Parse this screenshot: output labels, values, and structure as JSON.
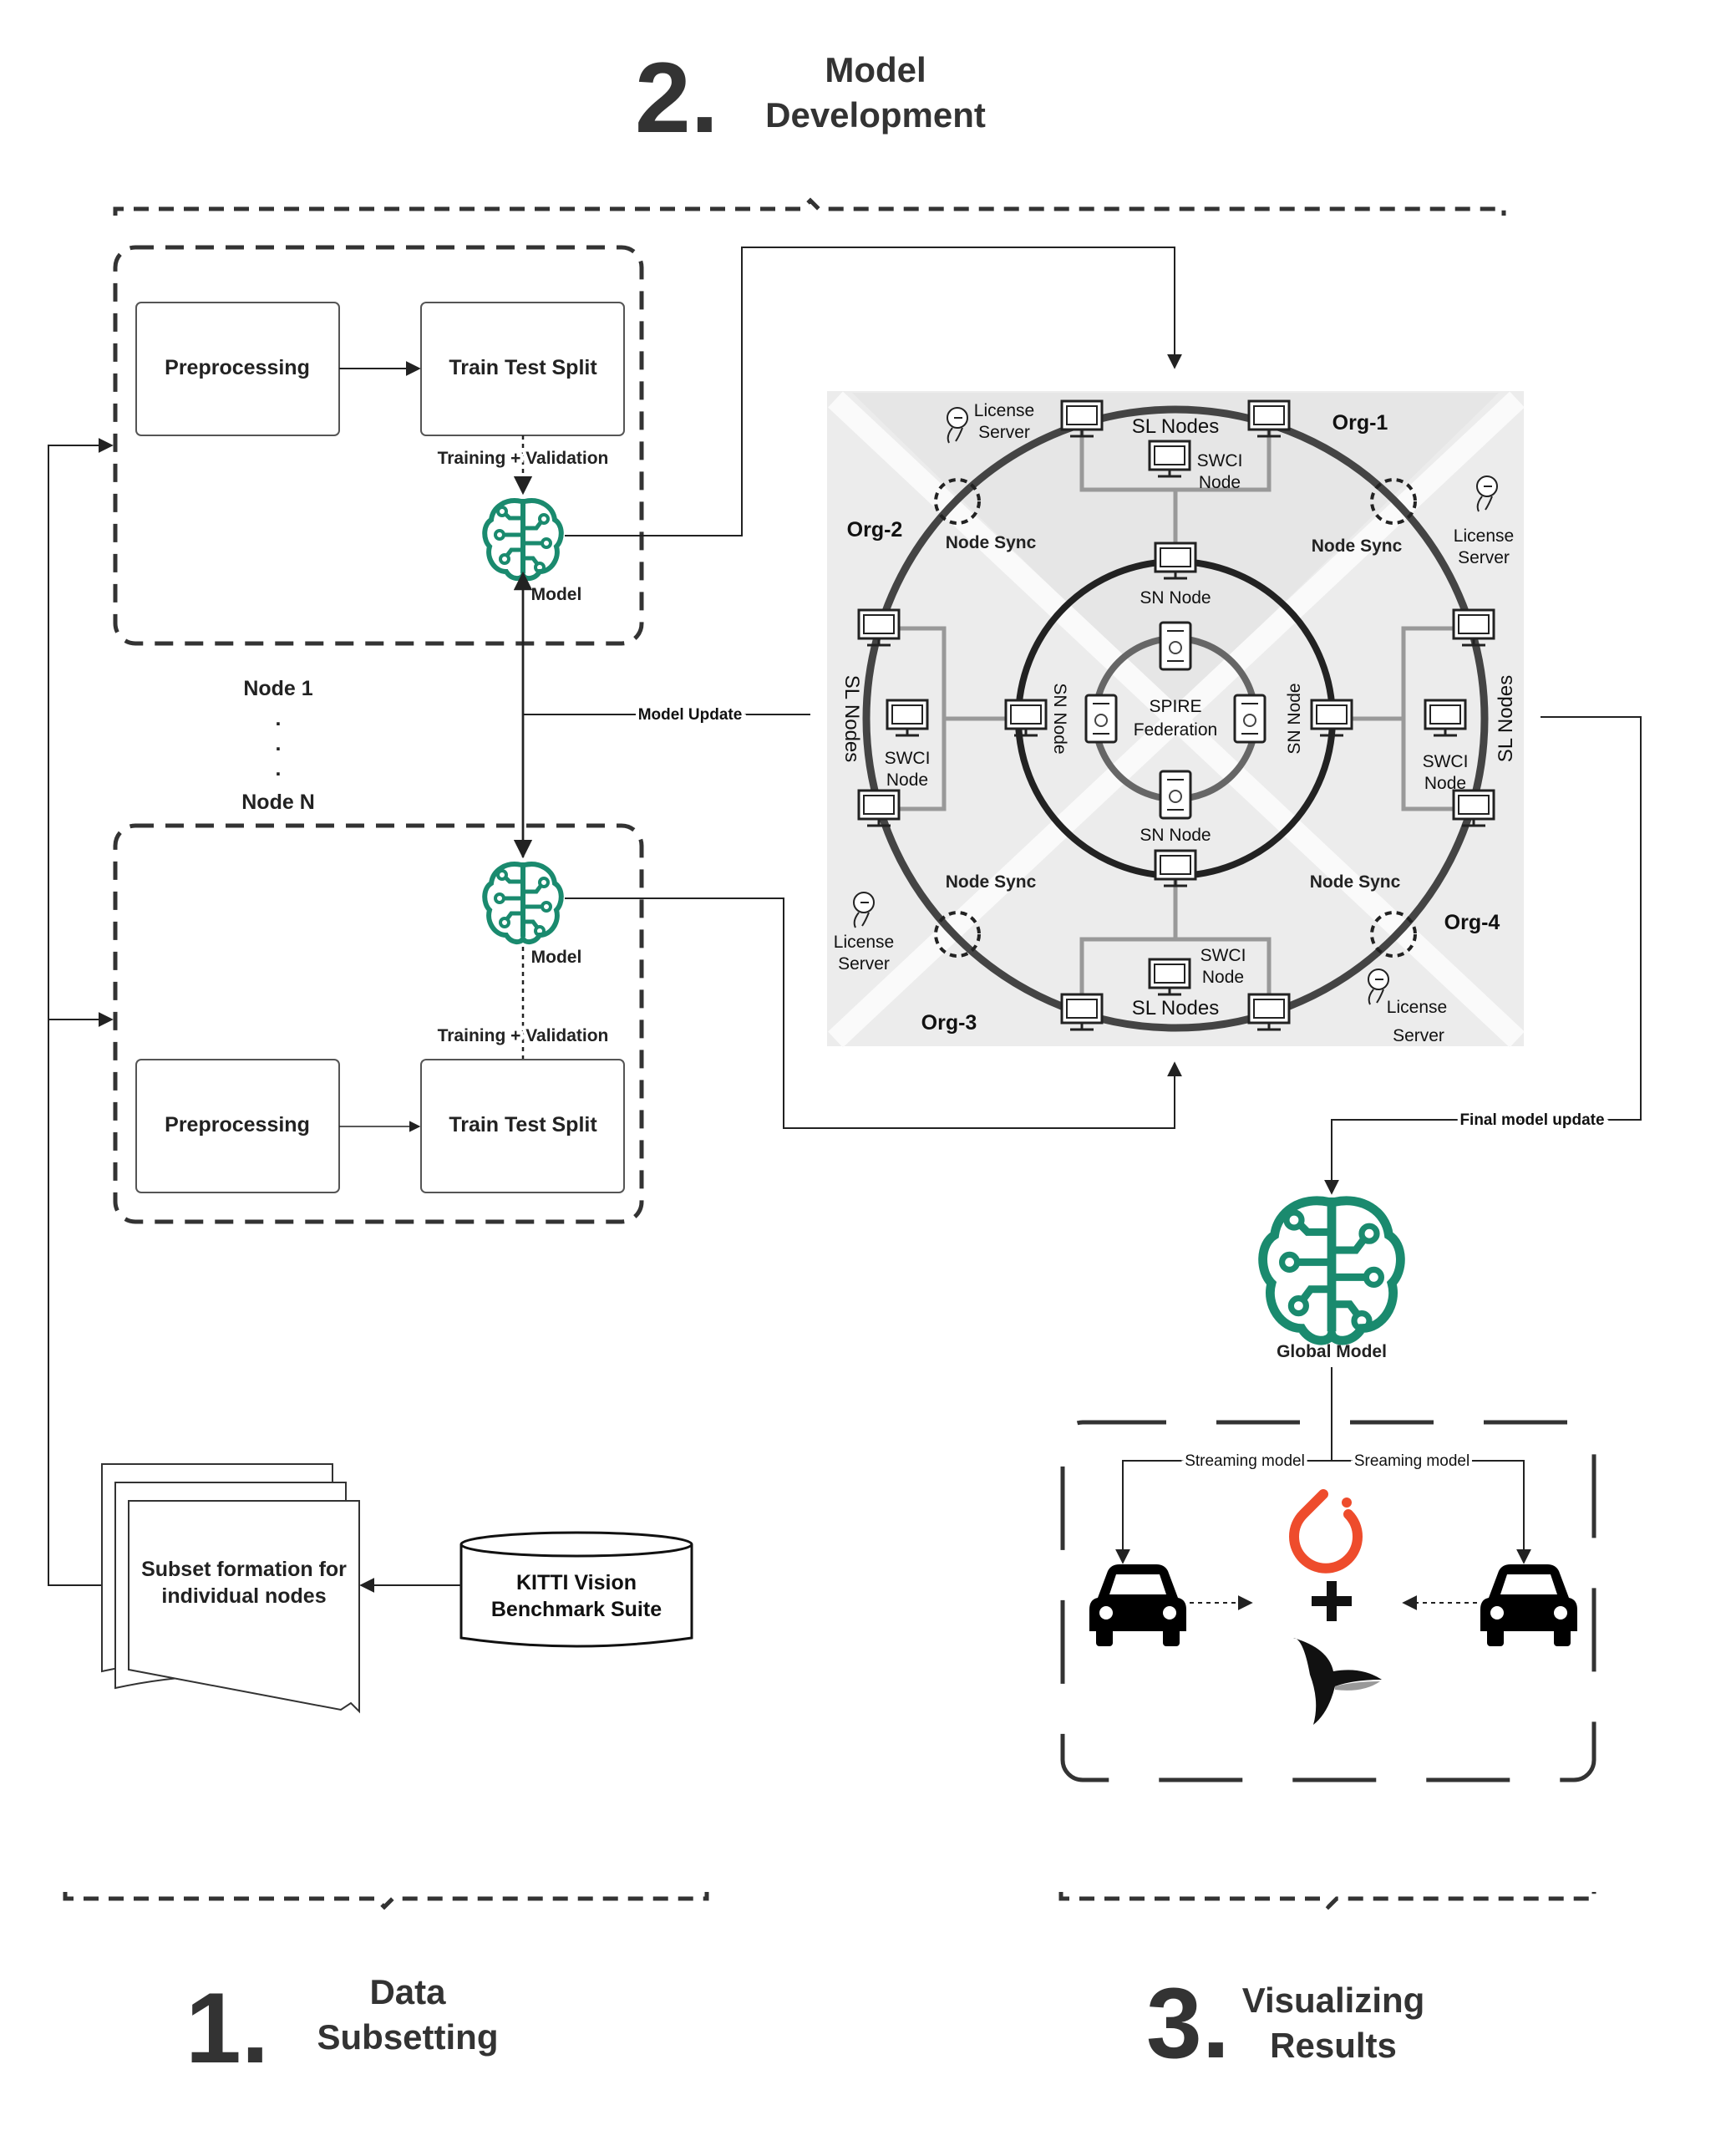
{
  "stages": {
    "model_development": {
      "number": "2.",
      "title_line1": "Model",
      "title_line2": "Development"
    },
    "data_subsetting": {
      "number": "1.",
      "title_line1": "Data",
      "title_line2": "Subsetting"
    },
    "visualizing_results": {
      "number": "3.",
      "title_line1": "Visualizing",
      "title_line2": "Results"
    }
  },
  "node1": {
    "preprocessing": "Preprocessing",
    "train_test_split": "Train Test Split",
    "training_validation": "Training + Validation",
    "model": "Model"
  },
  "node_n": {
    "preprocessing": "Preprocessing",
    "train_test_split": "Train Test Split",
    "training_validation": "Training + Validation",
    "model": "Model"
  },
  "node_list": {
    "first": "Node 1",
    "dots": ". . .",
    "last": "Node N"
  },
  "arrows": {
    "model_update": "Model Update",
    "final_model_update": "Final model update",
    "streaming_left": "Streaming model",
    "streaming_right": "Sreaming model"
  },
  "network": {
    "org1": "Org-1",
    "org2": "Org-2",
    "org3": "Org-3",
    "org4": "Org-4",
    "sl_nodes": "SL Nodes",
    "swci_line1": "SWCI",
    "swci_line2": "Node",
    "sn_node": "SN Node",
    "node_sync": "Node Sync",
    "license_line1": "License",
    "license_line2": "Server",
    "spire_line1": "SPIRE",
    "spire_line2": "Federation"
  },
  "global_model": "Global Model",
  "data": {
    "subset_line1": "Subset formation for",
    "subset_line2": "individual nodes",
    "kitti_line1": "KITTI Vision",
    "kitti_line2": "Benchmark Suite"
  },
  "colors": {
    "brain": "#1a8a6e",
    "pytorch": "#ee4c2c",
    "dash": "#333333",
    "network_bg": "#ececec"
  }
}
